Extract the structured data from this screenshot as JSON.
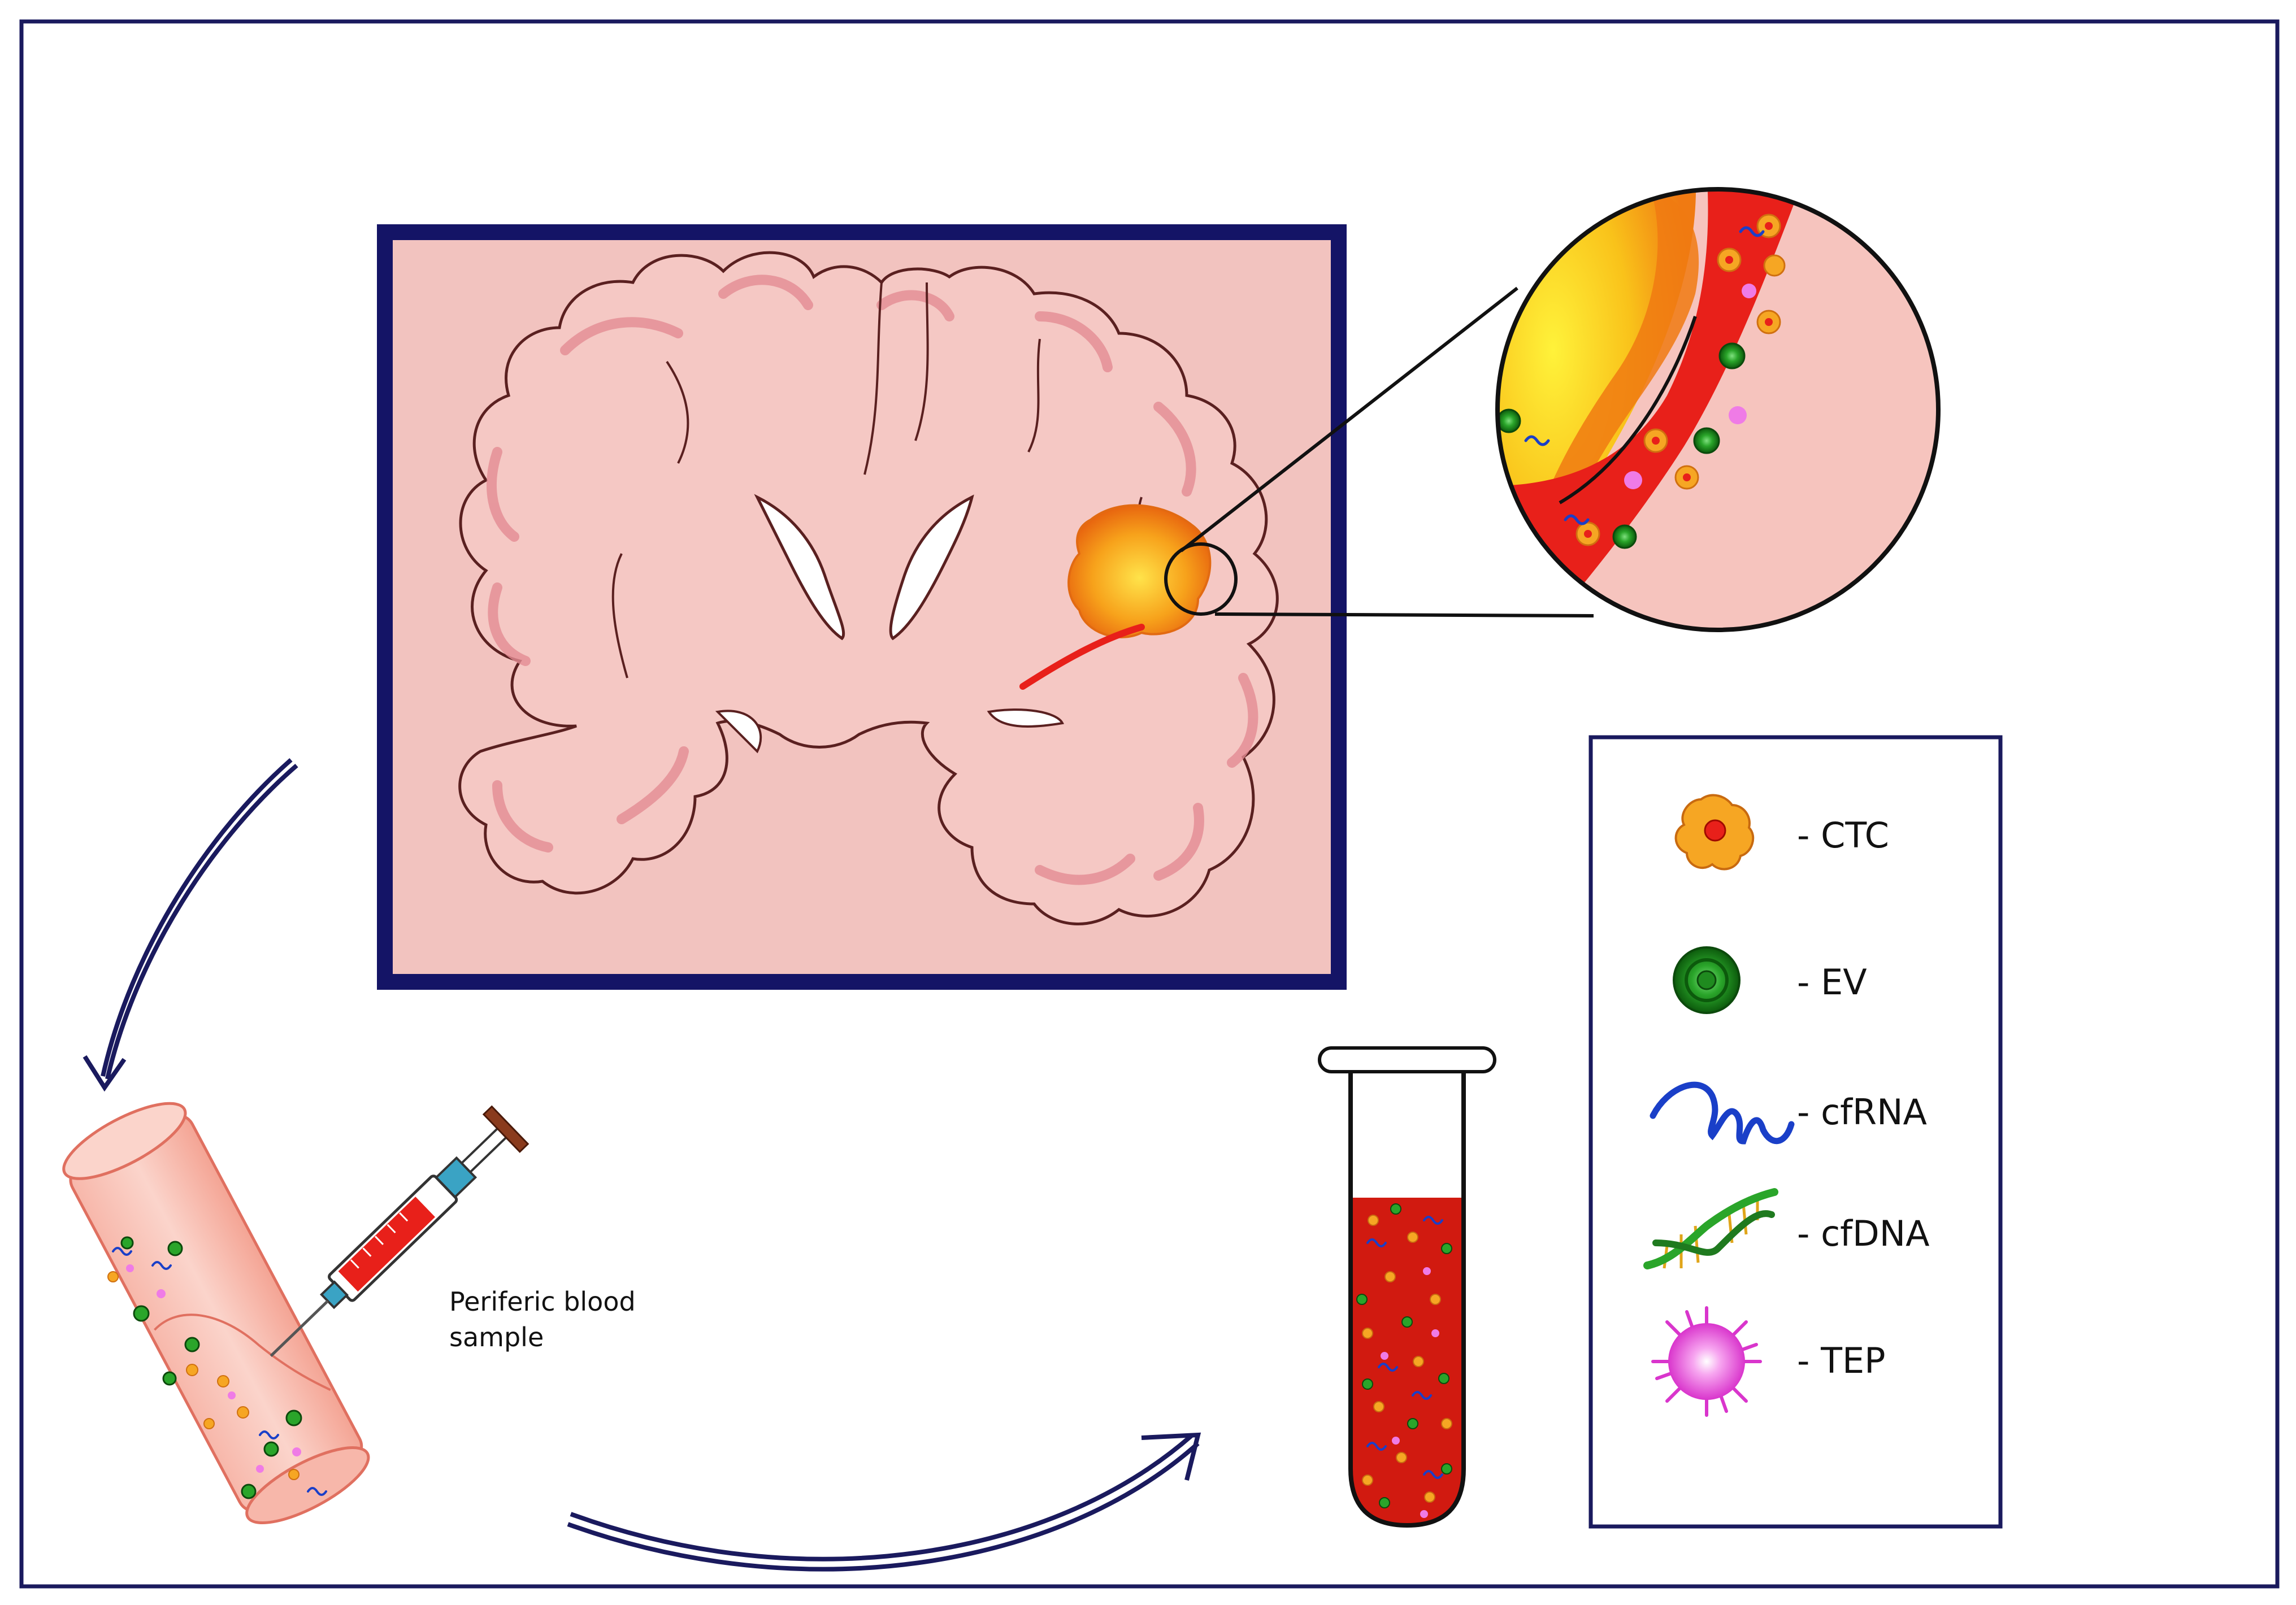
{
  "blood_sample_label": {
    "line1": "Periferic blood",
    "line2": "sample"
  },
  "legend": {
    "items": [
      {
        "key": "ctc",
        "label": "- CTC",
        "icon": "ctc-cell-icon"
      },
      {
        "key": "ev",
        "label": "- EV",
        "icon": "extracellular-vesicle-icon"
      },
      {
        "key": "cfrna",
        "label": "- cfRNA",
        "icon": "rna-strand-icon"
      },
      {
        "key": "cfdna",
        "label": "- cfDNA",
        "icon": "dna-helix-icon"
      },
      {
        "key": "tep",
        "label": "- TEP",
        "icon": "platelet-icon"
      }
    ]
  },
  "colors": {
    "frame": "#1a1a5e",
    "brain_bg": "#f2c3bf",
    "brain_tissue": "#f5c8c4",
    "brain_outline": "#5a2020",
    "gyri_highlight": "#e48c94",
    "tumor": "#f7a21b",
    "vessel_red": "#e8201a",
    "ctc_orange": "#f6a623",
    "ev_green": "#1f8a1f",
    "rna_blue": "#1a3fc8",
    "tep_pink": "#ee6ee0",
    "tube_liquid": "#d11a10",
    "tube_plasma": "#a8e8f2"
  }
}
